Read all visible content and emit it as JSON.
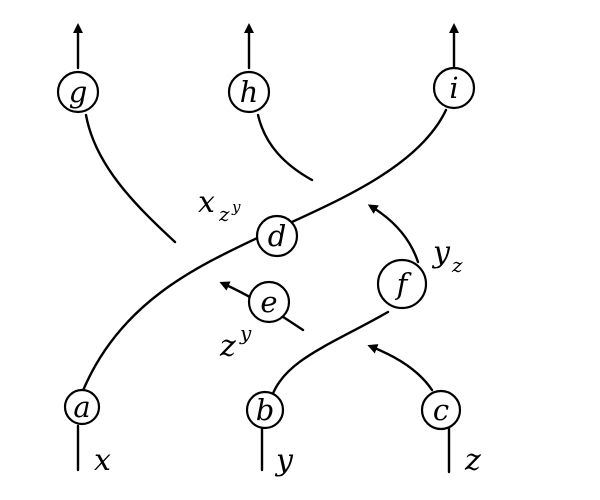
{
  "colors": {
    "ink": "#000000",
    "paper": "#ffffff"
  },
  "nodes": {
    "g": "g",
    "h": "h",
    "i": "i",
    "d": "d",
    "e": "e",
    "f": "f",
    "a": "a",
    "b": "b",
    "c": "c"
  },
  "inputs": {
    "x": "x",
    "y": "y",
    "z": "z"
  },
  "annotations": {
    "x_z_y": {
      "base": "x",
      "sub": "z",
      "subsub": "y"
    },
    "z_y": {
      "base": "z",
      "sup": "y"
    },
    "y_z": {
      "base": "y",
      "sub": "z"
    }
  }
}
